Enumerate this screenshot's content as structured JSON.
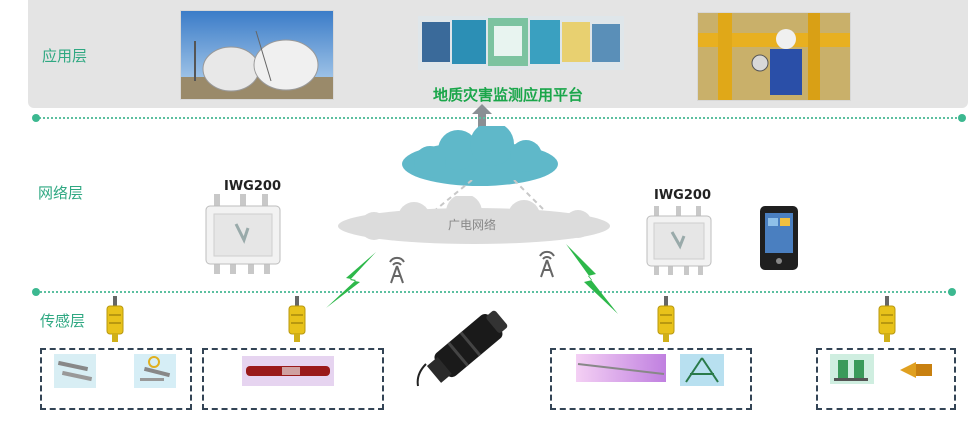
{
  "layers": {
    "application": "应用层",
    "network": "网络层",
    "sensing": "传感层"
  },
  "platform": {
    "title": "地质灾害监测应用平台"
  },
  "network_cloud": {
    "label": "广电网络"
  },
  "gateways": [
    {
      "label": "IWG200"
    },
    {
      "label": "IWG200"
    }
  ],
  "colors": {
    "accent_green": "#2fa882",
    "platform_green": "#1aa64a",
    "cloud_blue": "#5fb8c9",
    "lightning_green": "#2db84a",
    "sensor_yellow": "#e8c21a"
  },
  "icons": [
    "cloud-icon",
    "antenna-icon",
    "lightning-icon",
    "gateway-device-icon",
    "tablet-icon",
    "sensor-icon"
  ]
}
